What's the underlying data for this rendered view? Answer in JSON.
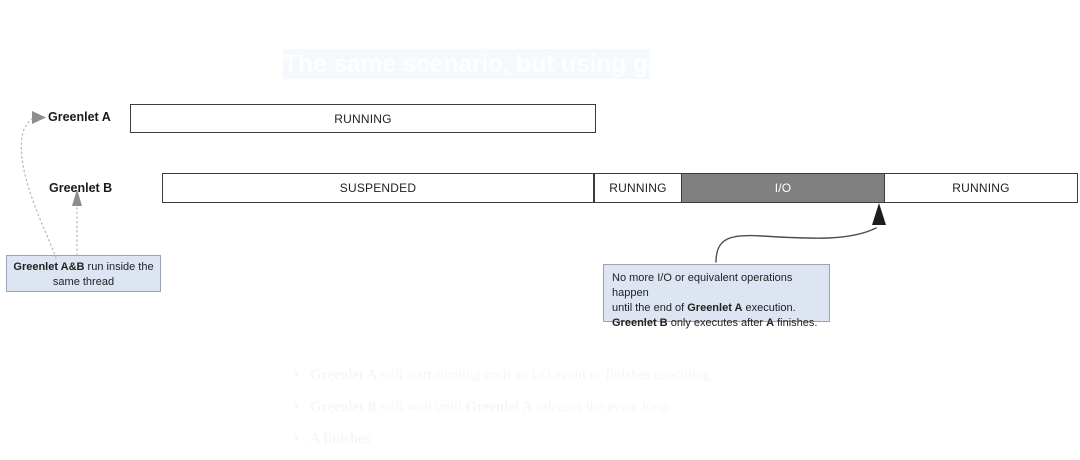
{
  "slide": {
    "title": "The same scenario, but using gevent",
    "title_dots": "· · ·",
    "background_color": "#ffffff",
    "title_bg_color": "#f5f8fd",
    "title_text_color": "#fdfeff"
  },
  "lanes": [
    {
      "id": "greenlet-a",
      "label": "Greenlet A",
      "segments": [
        {
          "id": "a-running",
          "label": "RUNNING",
          "state": "running",
          "fill": "#ffffff",
          "text_color": "#222222"
        }
      ]
    },
    {
      "id": "greenlet-b",
      "label": "Greenlet B",
      "segments": [
        {
          "id": "b-suspended",
          "label": "SUSPENDED",
          "state": "suspended",
          "fill": "#ffffff",
          "text_color": "#222222"
        },
        {
          "id": "b-running-1",
          "label": "RUNNING",
          "state": "running",
          "fill": "#ffffff",
          "text_color": "#222222"
        },
        {
          "id": "b-io",
          "label": "I/O",
          "state": "io",
          "fill": "#808080",
          "text_color": "#ffffff"
        },
        {
          "id": "b-running-2",
          "label": "RUNNING",
          "state": "running",
          "fill": "#ffffff",
          "text_color": "#222222"
        }
      ]
    }
  ],
  "callouts": {
    "thread": {
      "strong": "Greenlet A&B",
      "rest": " run inside the same thread",
      "fill": "#dde4f2",
      "border": "#9aa3b4"
    },
    "io": {
      "line1_a": "No more I/O or equivalent operations happen",
      "line2_a": "until the end of ",
      "line2_b": "Greenlet A",
      "line2_c": " execution.",
      "line3_a": "Greenlet B",
      "line3_b": " only executes after ",
      "line3_c": "A",
      "line3_d": " finishes.",
      "fill": "#dde4f2",
      "border": "#9aa3b4"
    }
  },
  "bullets": [
    {
      "strong": "Greenlet A",
      "rest": " will start running until an I/O event or finishes executing"
    },
    {
      "strong": "Greenlet B",
      "mid": " will wait until ",
      "strong2": "Greenlet A",
      "rest": " releases the event loop"
    },
    {
      "strong": "A finishes",
      "rest": ""
    }
  ],
  "colors": {
    "bar_border": "#3b3b3b",
    "io_fill": "#808080",
    "callout_fill": "#dde4f2",
    "callout_border": "#9aa3b4",
    "connector_stroke": "#555555",
    "dotted_connector": "#b8b8b8",
    "bullet_text": "#f6f6f6"
  }
}
